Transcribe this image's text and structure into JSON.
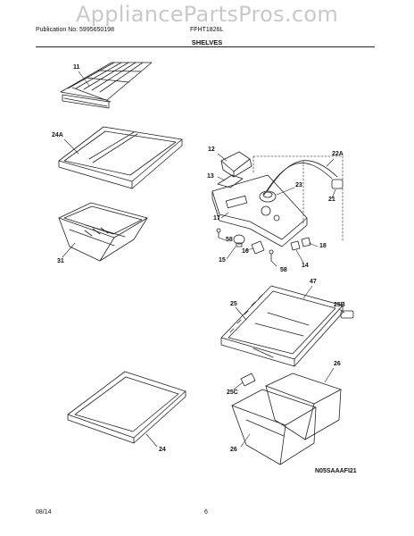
{
  "watermark": "AppliancePartsPros.com",
  "header": {
    "publication": "Publication No: 5995650198",
    "model": "FFHT1826L",
    "section_title": "SHELVES"
  },
  "callouts": [
    "11",
    "24A",
    "31",
    "12",
    "13",
    "22A",
    "23",
    "21",
    "17",
    "58",
    "18",
    "15",
    "16",
    "58",
    "14",
    "47",
    "25",
    "25B",
    "26",
    "25C",
    "24",
    "26"
  ],
  "diagram_code": "N05SAAAFI21",
  "footer": {
    "date": "08/14",
    "page": "6"
  },
  "colors": {
    "line": "#222222",
    "watermark": "#c9c9c9"
  }
}
